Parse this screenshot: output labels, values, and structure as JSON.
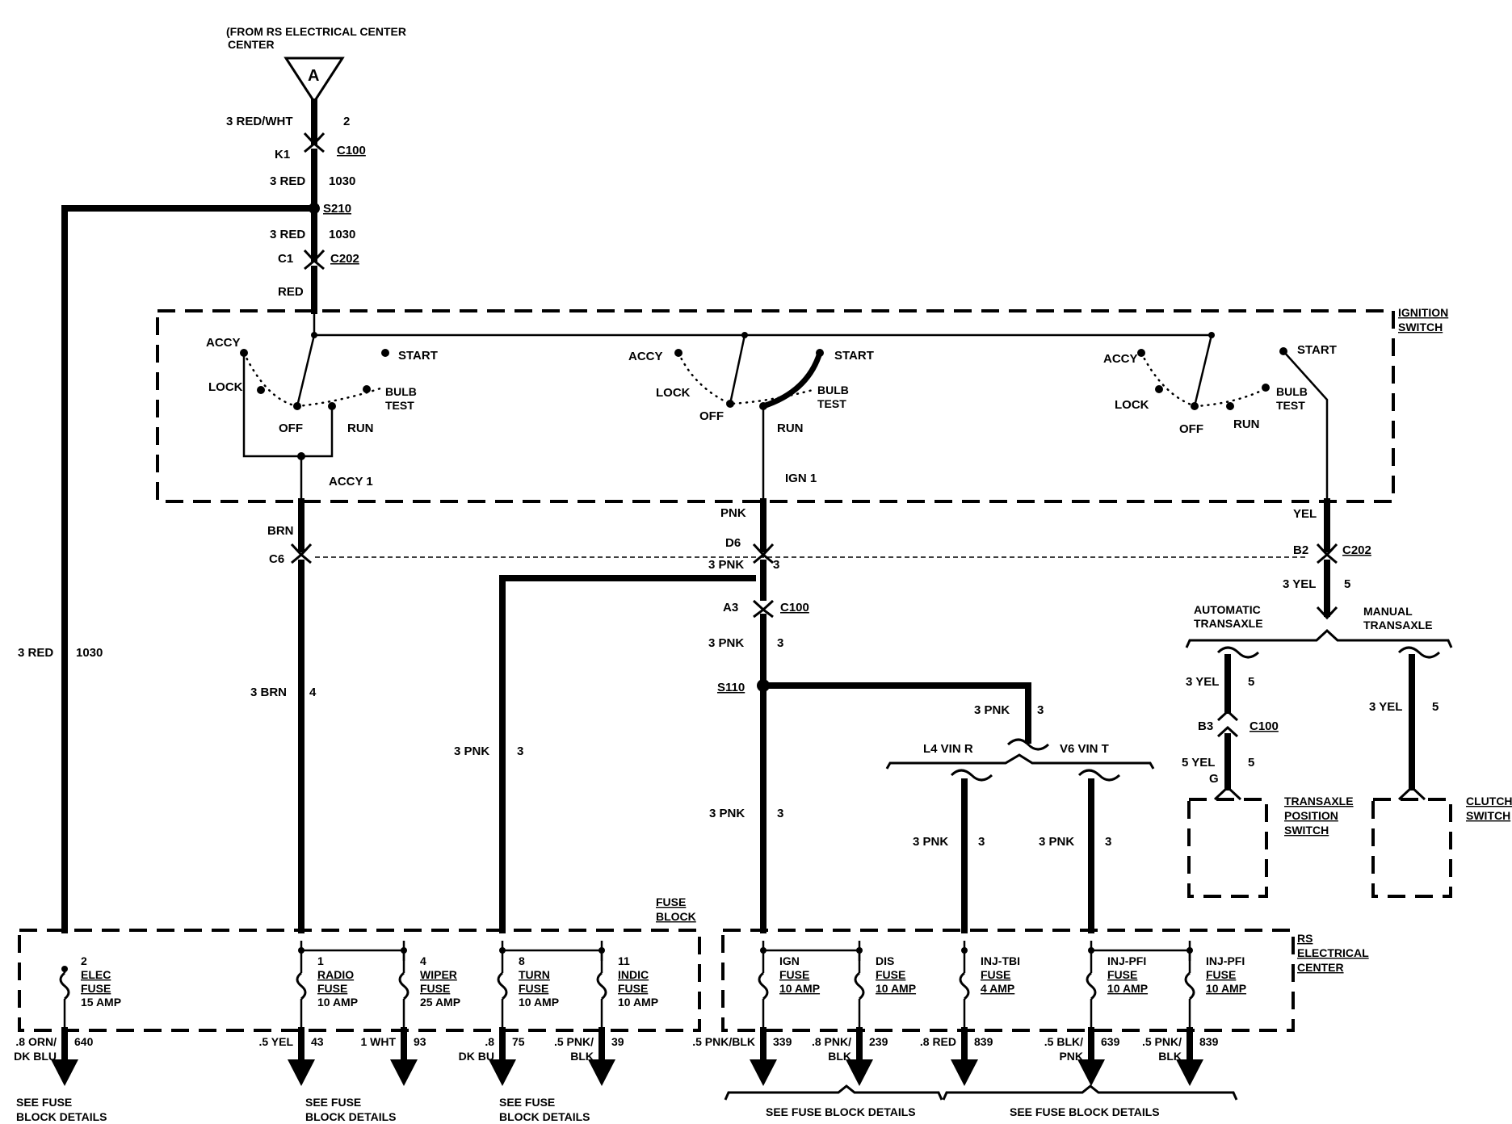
{
  "source": {
    "label": "(FROM RS ELECTRICAL CENTER",
    "connector": "A"
  },
  "labels": {
    "w1_gauge": "3 RED/WHT",
    "w1_circuit": "2",
    "k1": "K1",
    "c100_top": "C100",
    "w2_gauge": "3 RED",
    "w2_circuit": "1030",
    "s210": "S210",
    "w3_gauge": "3 RED",
    "w3_circuit": "1030",
    "c1": "C1",
    "c202_top": "C202",
    "red": "RED",
    "left_gauge": "3 RED",
    "left_circuit": "1030",
    "ignition_switch": "IGNITION SWITCH",
    "accy": "ACCY",
    "lock": "LOCK",
    "off": "OFF",
    "run": "RUN",
    "start": "START",
    "bulb_test": "BULB TEST",
    "accy1": "ACCY 1",
    "ign1": "IGN 1",
    "brn": "BRN",
    "c6": "C6",
    "brn_gauge": "3 BRN",
    "brn_circuit": "4",
    "pnk": "PNK",
    "d6": "D6",
    "pnk3": "3 PNK",
    "three": "3",
    "a3": "A3",
    "c100_mid": "C100",
    "s110": "S110",
    "yel": "YEL",
    "b2": "B2",
    "c202_right": "C202",
    "yel3": "3 YEL",
    "five": "5",
    "auto_trans": "AUTOMATIC TRANSAXLE",
    "manual_trans": "MANUAL TRANSAXLE",
    "b3": "B3",
    "c100_right": "C100",
    "yel5": "5 YEL",
    "g": "G",
    "tps": "TRANSAXLE POSITION SWITCH",
    "clutch": "CLUTCH SWITCH",
    "l4": "L4 VIN R",
    "v6": "V6 VIN T",
    "fuse_block": "FUSE BLOCK",
    "rs_center": "RS ELECTRICAL CENTER",
    "see_fuse": "SEE FUSE BLOCK DETAILS"
  },
  "fuses": [
    {
      "num": "2",
      "name": "ELEC",
      "word": "FUSE",
      "amp": "15 AMP"
    },
    {
      "num": "1",
      "name": "RADIO",
      "word": "FUSE",
      "amp": "10 AMP"
    },
    {
      "num": "4",
      "name": "WIPER",
      "word": "FUSE",
      "amp": "25 AMP"
    },
    {
      "num": "8",
      "name": "TURN",
      "word": "FUSE",
      "amp": "10 AMP"
    },
    {
      "num": "11",
      "name": "INDIC",
      "word": "FUSE",
      "amp": "10 AMP"
    },
    {
      "num": "",
      "name": "IGN",
      "word": "FUSE",
      "amp": "10 AMP"
    },
    {
      "num": "",
      "name": "DIS",
      "word": "FUSE",
      "amp": "10 AMP"
    },
    {
      "num": "",
      "name": "INJ-TBI",
      "word": "FUSE",
      "amp": "4 AMP"
    },
    {
      "num": "",
      "name": "INJ-PFI",
      "word": "FUSE",
      "amp": "10 AMP"
    },
    {
      "num": "",
      "name": "INJ-PFI",
      "word": "FUSE",
      "amp": "10 AMP"
    }
  ],
  "outputs": [
    {
      "gauge": ".8 ORN/",
      "gauge2": "DK BLU",
      "circuit": "640"
    },
    {
      "gauge": ".5 YEL",
      "gauge2": "",
      "circuit": "43"
    },
    {
      "gauge": "1 WHT",
      "gauge2": "",
      "circuit": "93"
    },
    {
      "gauge": ".8",
      "gauge2": "DK BU",
      "circuit": "75"
    },
    {
      "gauge": ".5 PNK/",
      "gauge2": "BLK",
      "circuit": "39"
    },
    {
      "gauge": ".5 PNK/BLK",
      "gauge2": "",
      "circuit": "339"
    },
    {
      "gauge": ".8 PNK/",
      "gauge2": "BLK",
      "circuit": "239"
    },
    {
      "gauge": ".8 RED",
      "gauge2": "",
      "circuit": "839"
    },
    {
      "gauge": ".5 BLK/",
      "gauge2": "PNK",
      "circuit": "639"
    },
    {
      "gauge": ".5 PNK/",
      "gauge2": "BLK",
      "circuit": "839"
    }
  ]
}
